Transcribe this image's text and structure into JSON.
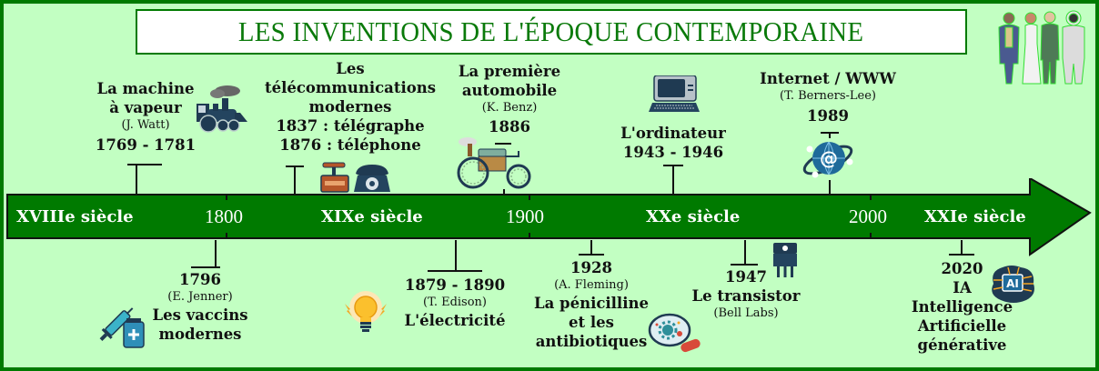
{
  "title": "LES INVENTIONS DE L'ÉPOQUE CONTEMPORAINE",
  "colors": {
    "background": "#c2ffc2",
    "border": "#007a00",
    "arrow": "#007a00",
    "arrow_text": "#ffffff",
    "title_text": "#0a7a0a"
  },
  "timeline": {
    "eras": [
      "XVIIIe siècle",
      "XIXe siècle",
      "XXe siècle",
      "XXIe siècle"
    ],
    "years": [
      "1800",
      "1900",
      "2000"
    ]
  },
  "events_above": [
    {
      "title_lines": [
        "La machine",
        "à vapeur"
      ],
      "author": "(J. Watt)",
      "date": "1769 - 1781",
      "icon": "steam-locomotive-icon"
    },
    {
      "title_lines": [
        "Les",
        "télécommunications",
        "modernes"
      ],
      "date_lines": [
        "1837 : télégraphe",
        "1876 : téléphone"
      ],
      "icon": "telephone-icon"
    },
    {
      "title_lines": [
        "La première",
        "automobile"
      ],
      "author": "(K. Benz)",
      "date": "1886",
      "icon": "benz-automobile-icon"
    },
    {
      "title_lines": [
        "L'ordinateur"
      ],
      "date": "1943 - 1946",
      "icon": "computer-icon"
    },
    {
      "title_lines": [
        "Internet / WWW"
      ],
      "author": "(T. Berners-Lee)",
      "date": "1989",
      "icon": "globe-at-icon"
    }
  ],
  "events_below": [
    {
      "date": "1796",
      "author": "(E. Jenner)",
      "title_lines": [
        "Les vaccins",
        "modernes"
      ],
      "icon": "vaccine-syringe-icon"
    },
    {
      "date": "1879 - 1890",
      "author": "(T. Edison)",
      "title_lines": [
        "L'électricité"
      ],
      "icon": "light-bulb-icon"
    },
    {
      "date": "1928",
      "author": "(A. Fleming)",
      "title_lines": [
        "La pénicilline",
        "et les",
        "antibiotiques"
      ],
      "icon": "petri-dish-icon"
    },
    {
      "date": "1947",
      "title_lines": [
        "Le transistor"
      ],
      "author": "(Bell Labs)",
      "icon": "transistor-icon"
    },
    {
      "date": "2020",
      "title_lines": [
        "IA",
        "Intelligence",
        "Artificielle",
        "générative"
      ],
      "icon": "ai-brain-icon"
    }
  ],
  "decor": {
    "icon": "people-through-eras-icon"
  }
}
